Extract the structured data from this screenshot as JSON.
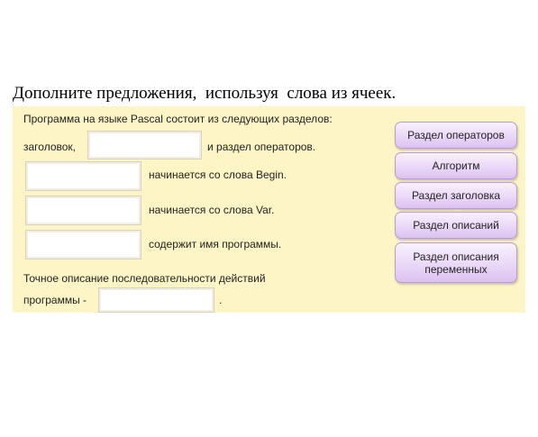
{
  "heading": "Дополните предложения,  используя  слова из ячеек.",
  "task": {
    "line1": "Программа на языке Pascal состоит из следующих разделов:",
    "line2_prefix": "заголовок,",
    "line2_suffix": "и раздел операторов.",
    "line3_suffix": "начинается со слова Begin.",
    "line4_suffix": "начинается со слова Var.",
    "line5_suffix": "содержит имя программы.",
    "line6": "Точное описание последовательности действий",
    "line7_prefix": "программы -",
    "line7_suffix": "."
  },
  "word_bank": [
    "Раздел операторов",
    "Алгоритм",
    "Раздел заголовка",
    "Раздел описаний",
    "Раздел описания\nпеременных"
  ]
}
